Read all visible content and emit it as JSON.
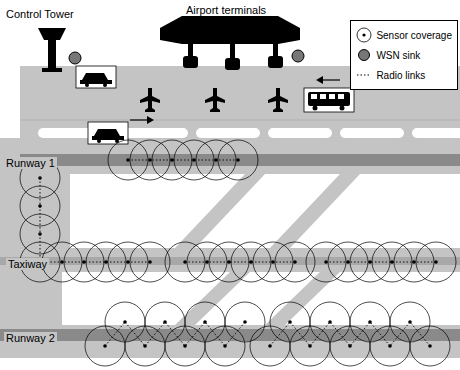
{
  "diagram": {
    "labels": [
      "Control Tower",
      "Airport terminals",
      "Runway 1",
      "Taxiway",
      "Runway 2"
    ],
    "legend": [
      {
        "text": "Sensor coverage"
      },
      {
        "text": "WSN sink"
      },
      {
        "text": "Radio links"
      }
    ]
  }
}
